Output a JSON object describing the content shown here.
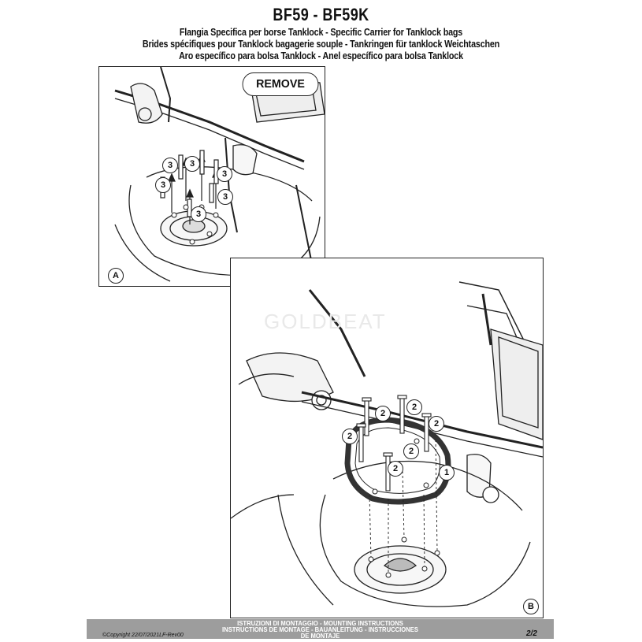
{
  "header": {
    "title": "BF59 - BF59K",
    "lines": [
      "Flangia Specifica per borse Tanklock - Specific Carrier for Tanklock bags",
      "Brides spécifiques pour Tanklock bagagerie souple - Tankringen für tanklock Weichtaschen",
      "Aro específico para bolsa Tanklock - Anel específico para bolsa Tanklock"
    ]
  },
  "panel_a": {
    "label": "A",
    "remove_label": "REMOVE",
    "callout": "3"
  },
  "panel_b": {
    "label": "B",
    "callout_screw": "2",
    "callout_ring": "1"
  },
  "watermark": "GOLDBEAT",
  "footer": {
    "line1": "ISTRUZIONI DI MONTAGGIO - MOUNTING INSTRUCTIONS",
    "line2": "INSTRUCTIONS DE MONTAGE - BAUANLEITUNG - INSTRUCCIONES",
    "line3": "DE MONTAJE",
    "copyright": "©Copyright 22/07/2021LF-Rev00",
    "page": "2/2"
  }
}
